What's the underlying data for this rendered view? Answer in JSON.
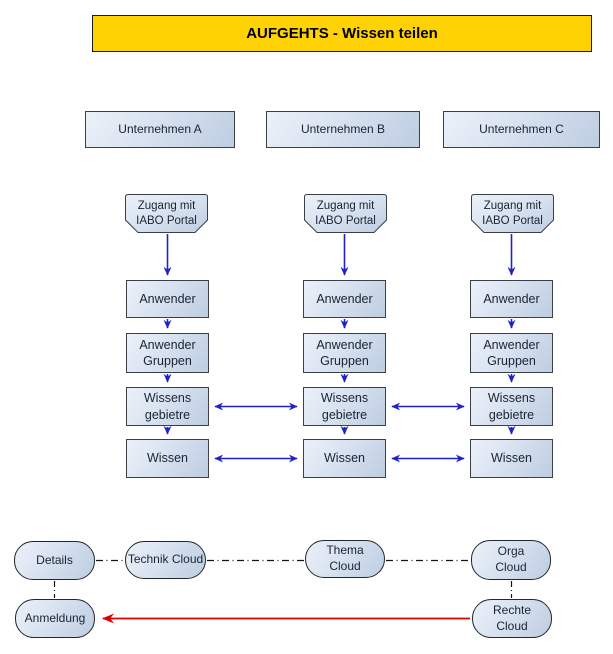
{
  "title": {
    "text": "AUFGEHTS - Wissen teilen"
  },
  "colors": {
    "banner_bg": "#FFD203",
    "node_fill_light": "#ECF1F9",
    "node_fill_dark": "#BECDE2",
    "node_border": "#3a4048",
    "arrow_blue": "#2121C8",
    "arrow_red": "#DC0000",
    "connector_black": "#141414"
  },
  "headers": [
    {
      "label": "Unternehmen A"
    },
    {
      "label": "Unternehmen B"
    },
    {
      "label": "Unternehmen C"
    }
  ],
  "columns": [
    {
      "portal": "Zugang mit\nIABO Portal",
      "anwender": "Anwender",
      "gruppen": "Anwender\nGruppen",
      "gebiete": "Wissens\ngebietre",
      "wissen": "Wissen"
    },
    {
      "portal": "Zugang mit\nIABO Portal",
      "anwender": "Anwender",
      "gruppen": "Anwender\nGruppen",
      "gebiete": "Wissens\ngebietre",
      "wissen": "Wissen"
    },
    {
      "portal": "Zugang mit\nIABO Portal",
      "anwender": "Anwender",
      "gruppen": "Anwender\nGruppen",
      "gebiete": "Wissens\ngebietre",
      "wissen": "Wissen"
    }
  ],
  "clouds": {
    "details": "Details",
    "technik": "Technik Cloud",
    "thema": "Thema\nCloud",
    "orga": "Orga\nCloud",
    "anmeldung": "Anmeldung",
    "rechte": "Rechte\nCloud"
  }
}
